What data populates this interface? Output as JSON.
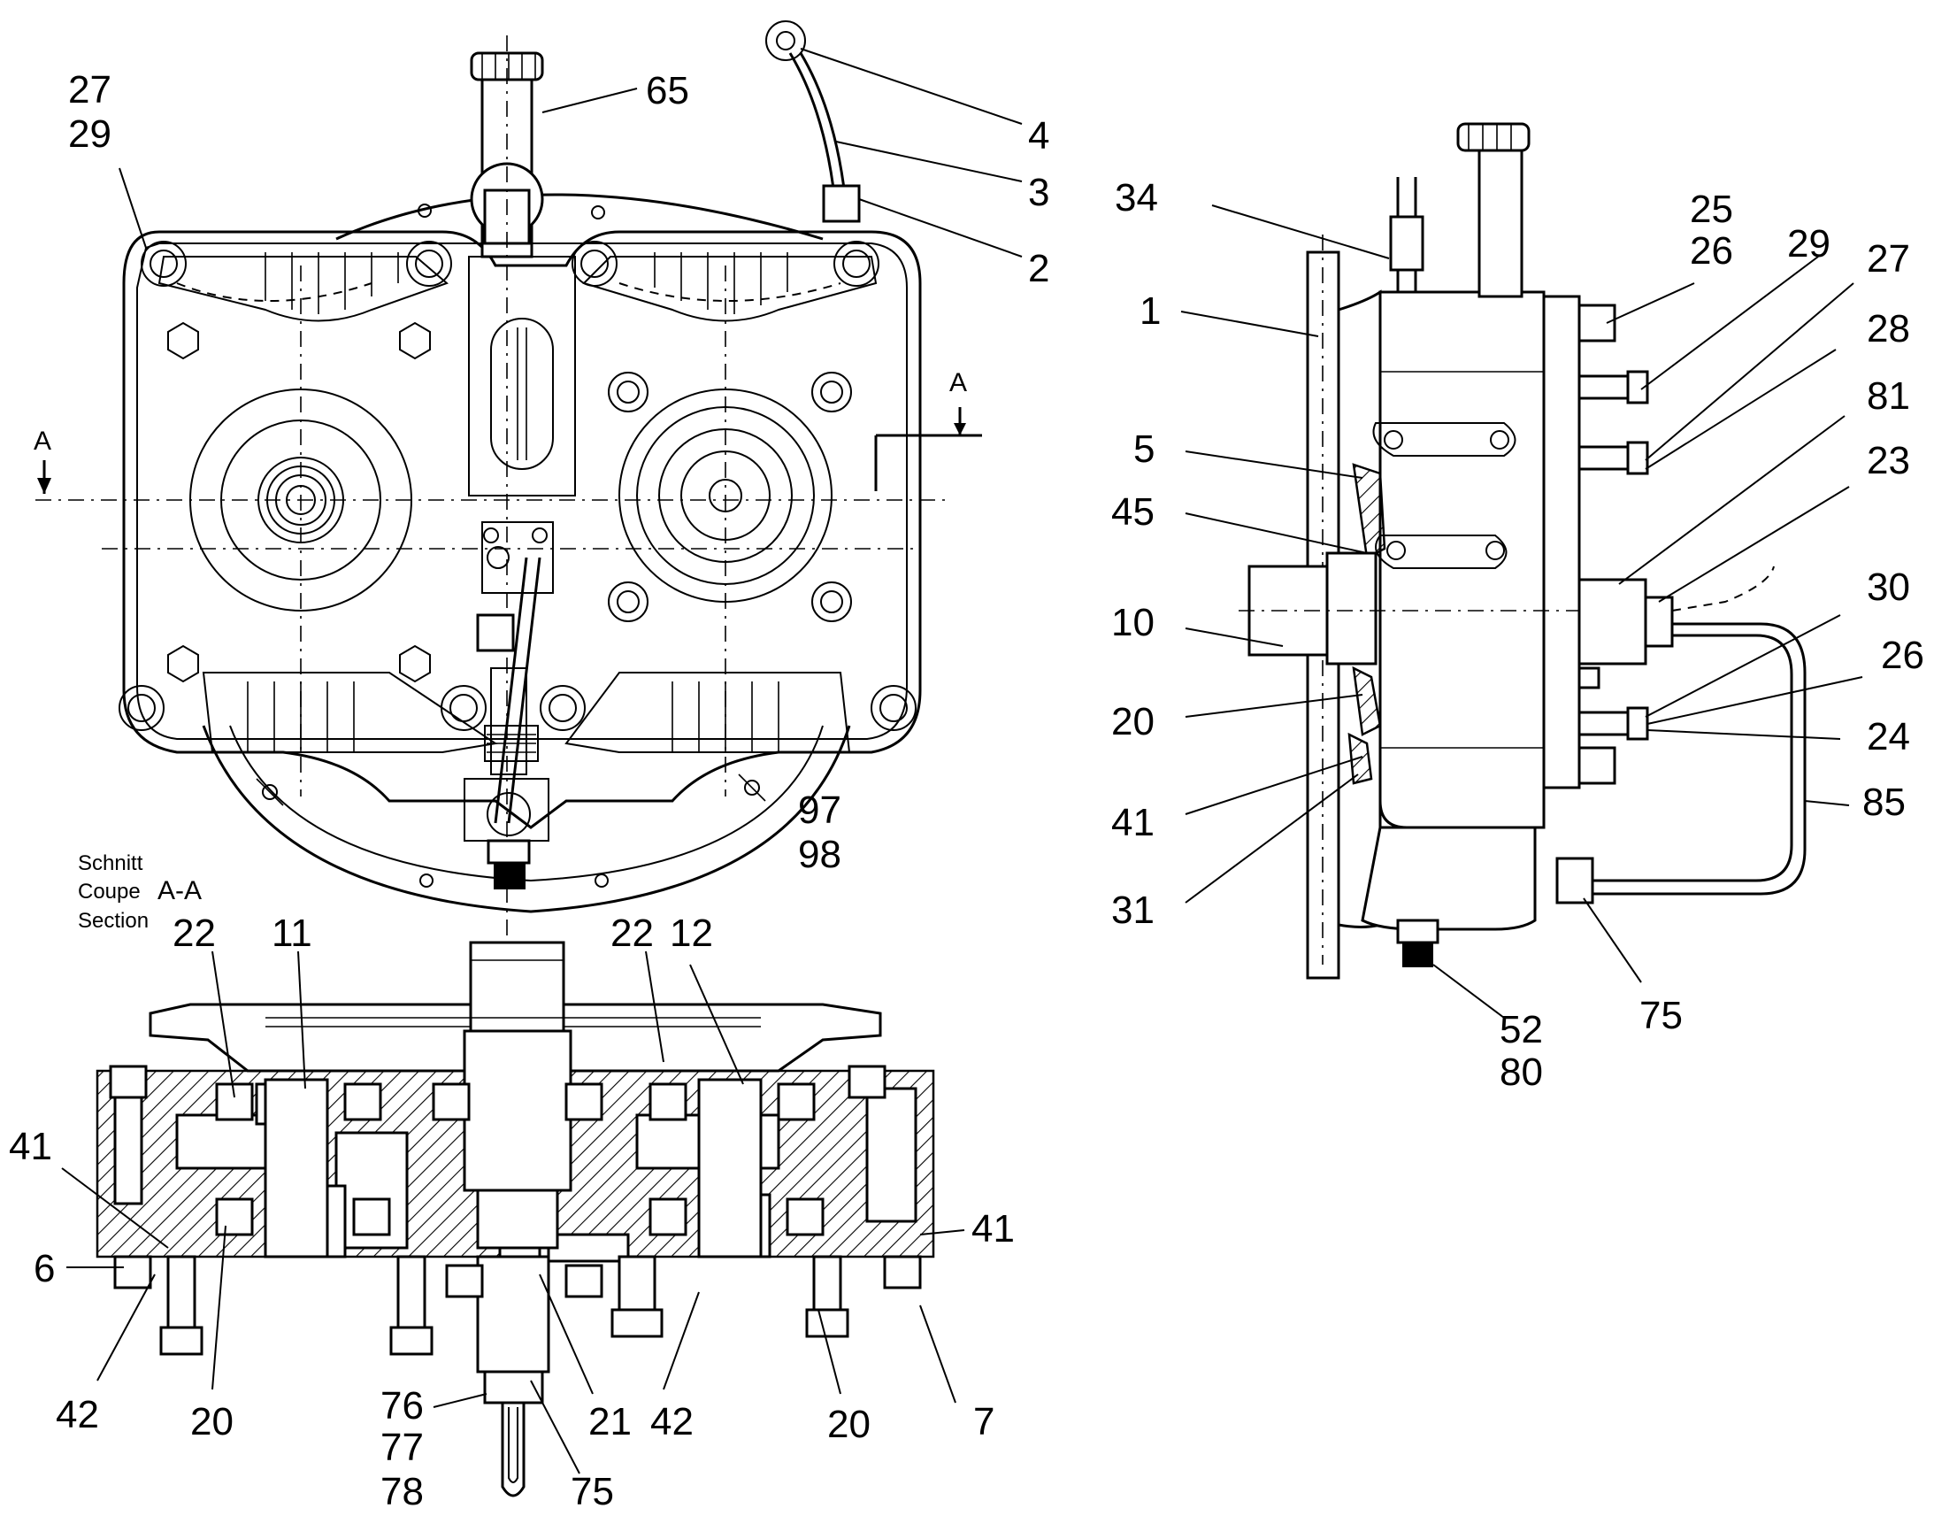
{
  "front_view": {
    "section_marker_left": "A",
    "section_marker_right": "A",
    "labels": {
      "l27": "27",
      "l29": "29",
      "l65": "65",
      "l4": "4",
      "l3": "3",
      "l2": "2",
      "l97": "97",
      "l98": "98"
    }
  },
  "section_caption": {
    "line1": "Schnitt",
    "line2": "Coupe",
    "line3": "Section",
    "section_id": "A-A"
  },
  "section_view": {
    "labels": {
      "l22a": "22",
      "l11": "11",
      "l22b": "22",
      "l12": "12",
      "l41a": "41",
      "l41b": "41",
      "l6": "6",
      "l42a": "42",
      "l20a": "20",
      "l76": "76",
      "l77": "77",
      "l78": "78",
      "l75": "75",
      "l21": "21",
      "l42b": "42",
      "l20b": "20",
      "l7": "7"
    }
  },
  "side_view": {
    "labels": {
      "l34": "34",
      "l1": "1",
      "l5": "5",
      "l45": "45",
      "l10": "10",
      "l20": "20",
      "l41": "41",
      "l31": "31",
      "l25": "25",
      "l26a": "26",
      "l29": "29",
      "l27": "27",
      "l28": "28",
      "l81": "81",
      "l23": "23",
      "l30": "30",
      "l26b": "26",
      "l24": "24",
      "l85": "85",
      "l52": "52",
      "l80": "80",
      "l75": "75"
    }
  }
}
